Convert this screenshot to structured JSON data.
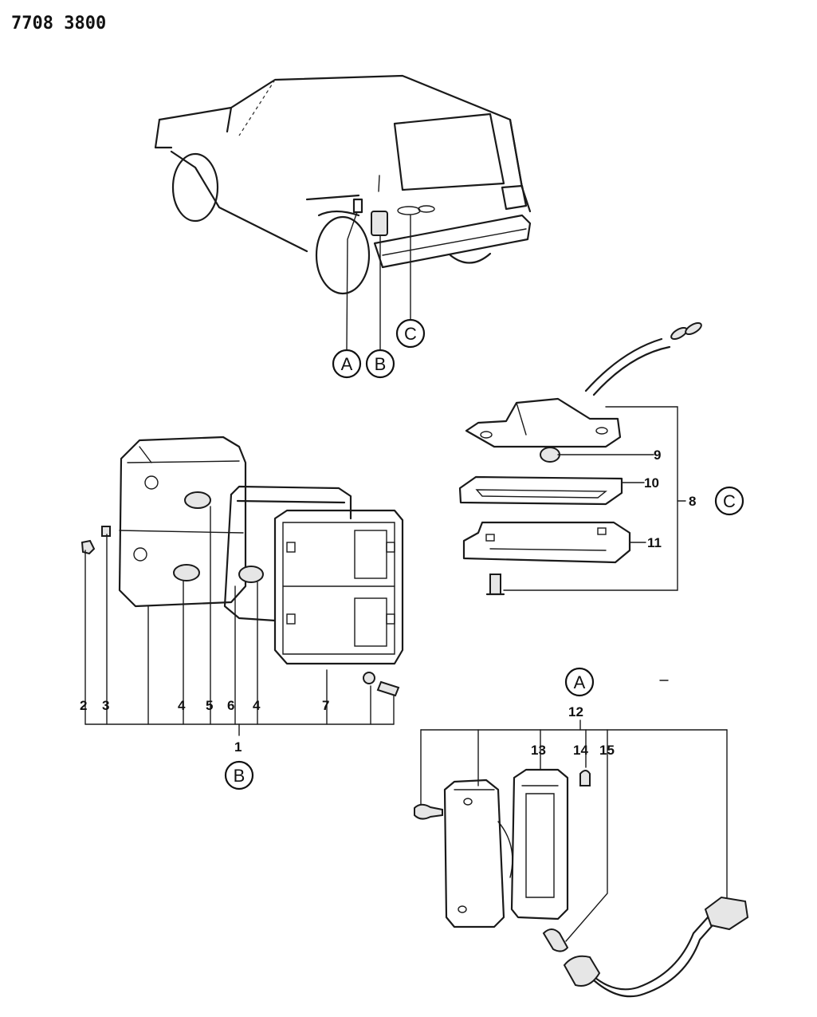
{
  "page_code": "7708 3800",
  "detail_labels": {
    "a": "A",
    "b": "B",
    "c": "C"
  },
  "part_numbers": {
    "p1": "1",
    "p2": "2",
    "p3": "3",
    "p4": "4",
    "p5": "5",
    "p6": "6",
    "p7": "7",
    "p8": "8",
    "p9": "9",
    "p10": "10",
    "p11": "11",
    "p12": "12",
    "p13": "13",
    "p14": "14",
    "p15": "15"
  }
}
